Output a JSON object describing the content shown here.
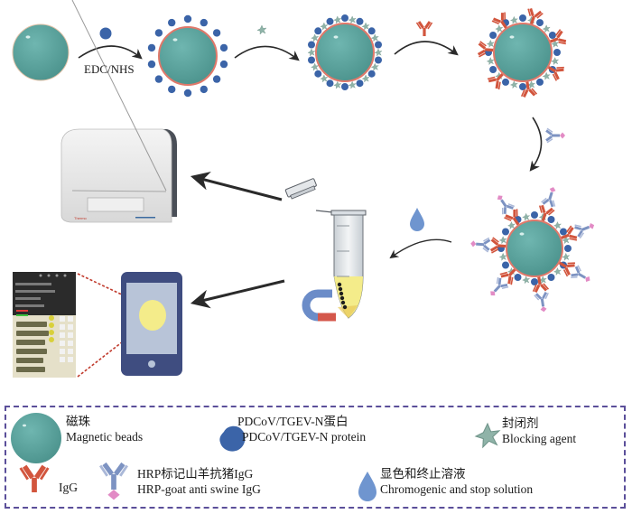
{
  "figure": {
    "step_labels": {
      "coupling_reagent": "EDC/NHS"
    },
    "instrument": {
      "brand_text": "Thermo"
    }
  },
  "legend": {
    "items": [
      {
        "key": "magnetic_beads",
        "label_cn": "磁珠",
        "label_en": "Magnetic beads",
        "icon": "teal-sphere"
      },
      {
        "key": "protein",
        "label_cn": "PDCoV/TGEV-N蛋白",
        "label_en": "PDCoV/TGEV-N protein",
        "icon": "blue-blob"
      },
      {
        "key": "blocking_agent",
        "label_cn": "封闭剂",
        "label_en": "Blocking agent",
        "icon": "grey-green-star"
      },
      {
        "key": "igg",
        "label_cn": "",
        "label_en": "IgG",
        "icon": "red-antibody"
      },
      {
        "key": "hrp_igg",
        "label_cn": "HRP标记山羊抗猪IgG",
        "label_en": "HRP-goat anti swine IgG",
        "icon": "blue-antibody-pink-hrp"
      },
      {
        "key": "chromogenic",
        "label_cn": "显色和终止溶液",
        "label_en": "Chromogenic and stop solution",
        "icon": "blue-drop"
      }
    ]
  },
  "colors": {
    "bead": "#5fa7a2",
    "bead_rim": "#e08a78",
    "protein": "#3b64a8",
    "blocking": "#8fb3a8",
    "igg": "#d2553d",
    "hrp_antibody": "#7d93c2",
    "hrp": "#e28bc5",
    "drop": "#6f95cf",
    "legend_border": "#5b4f9a",
    "arrow": "#2a2a2a",
    "substrate": "#f4ec8a",
    "phone_body": "#3f4d80",
    "phone_screen": "#b8c4d8",
    "pointer_lines": "#c0392b"
  }
}
